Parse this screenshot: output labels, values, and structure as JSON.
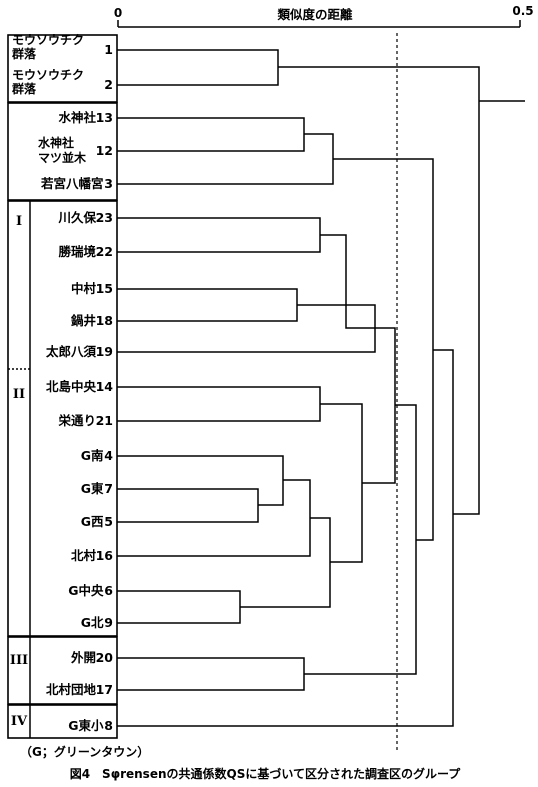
{
  "axis": {
    "title": "類似度の距離",
    "tick_min": "0",
    "tick_max": "0.5"
  },
  "leaves": [
    {
      "name": "モウソウチク\n群落",
      "num": "1"
    },
    {
      "name": "モウソウチク\n群落",
      "num": "2"
    },
    {
      "name": "水神社",
      "num": "13"
    },
    {
      "name": "水神社\nマツ並木",
      "num": "12"
    },
    {
      "name": "若宮八幡宮",
      "num": "3"
    },
    {
      "name": "川久保",
      "num": "23"
    },
    {
      "name": "勝瑞境",
      "num": "22"
    },
    {
      "name": "中村",
      "num": "15"
    },
    {
      "name": "鍋井",
      "num": "18"
    },
    {
      "name": "太郎八須",
      "num": "19"
    },
    {
      "name": "北島中央",
      "num": "14"
    },
    {
      "name": "栄通り",
      "num": "21"
    },
    {
      "name": "G南",
      "num": "4"
    },
    {
      "name": "G東",
      "num": "7"
    },
    {
      "name": "G西",
      "num": "5"
    },
    {
      "name": "北村",
      "num": "16"
    },
    {
      "name": "G中央",
      "num": "6"
    },
    {
      "name": "G北",
      "num": "9"
    },
    {
      "name": "外開",
      "num": "20"
    },
    {
      "name": "北村団地",
      "num": "17"
    },
    {
      "name": "G東小",
      "num": "8"
    }
  ],
  "groups": [
    "I",
    "II",
    "III",
    "IV"
  ],
  "footnote": "（G；グリーンタウン）",
  "caption": "図4　Sφrensenの共通係数QSに基づいて区分された調査区のグループ"
}
